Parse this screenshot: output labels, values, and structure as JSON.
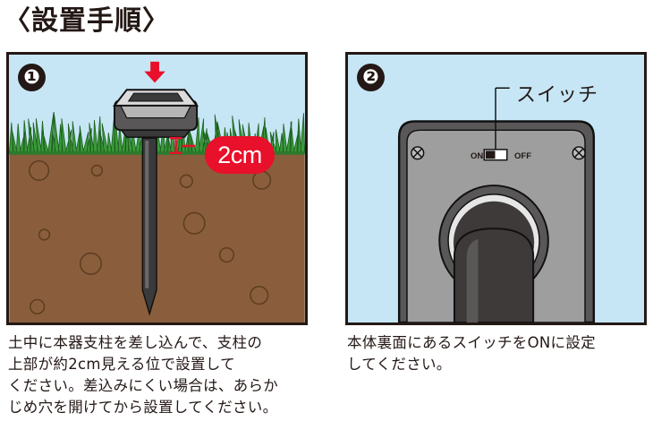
{
  "title": "〈設置手順〉",
  "colors": {
    "sky": "#c6e6f6",
    "soil": "#8a5e3c",
    "grass": "#3a9a3a",
    "accent_red": "#e8102a",
    "ink": "#231815"
  },
  "steps": [
    {
      "number": "❶",
      "dimension_label": "2cm",
      "description_lines": [
        "土中に本器支柱を差し込んで、支柱の",
        "上部が約2cm見える位で設置して",
        "ください。差込みにくい場合は、あらか",
        "じめ穴を開けてから設置してください。"
      ]
    },
    {
      "number": "❷",
      "switch_label": "スイッチ",
      "switch_on": "ON",
      "switch_off": "OFF",
      "description_lines": [
        "本体裏面にあるスイッチをONに設定",
        "してください。"
      ]
    }
  ]
}
